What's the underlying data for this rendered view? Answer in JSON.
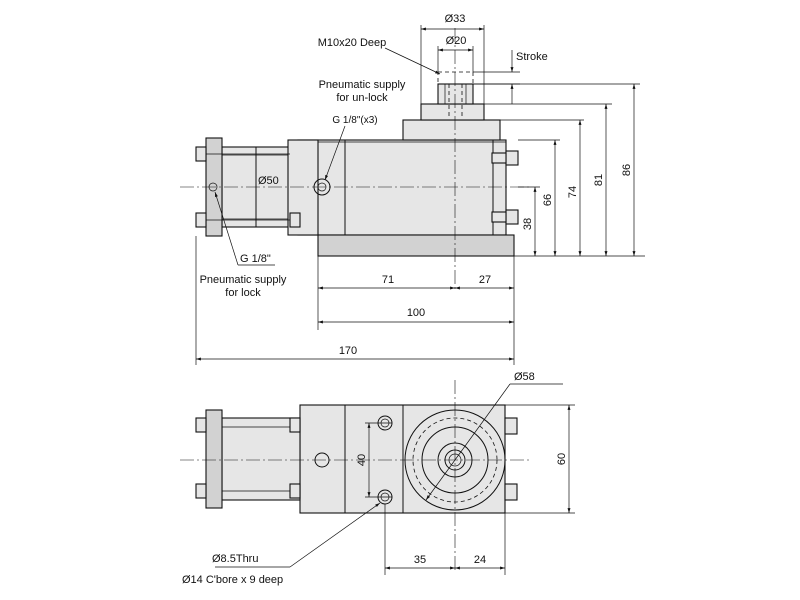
{
  "labels": {
    "dia33": "Ø33",
    "dia20": "Ø20",
    "m10": "M10x20 Deep",
    "stroke": "Stroke",
    "unlock1": "Pneumatic supply",
    "unlock2": "for un-lock",
    "g18x3": "G 1/8\"(x3)",
    "dia50": "Ø50",
    "g18": "G 1/8\"",
    "lock1": "Pneumatic supply",
    "lock2": "for lock",
    "dim86": "86",
    "dim81": "81",
    "dim74": "74",
    "dim66": "66",
    "dim38": "38",
    "dim71": "71",
    "dim27": "27",
    "dim100": "100",
    "dim170": "170",
    "dia58": "Ø58",
    "dim40": "40",
    "dim60": "60",
    "thru": "Ø8.5Thru",
    "cbore": "Ø14 C'bore x 9 deep",
    "dim35": "35",
    "dim24": "24"
  }
}
